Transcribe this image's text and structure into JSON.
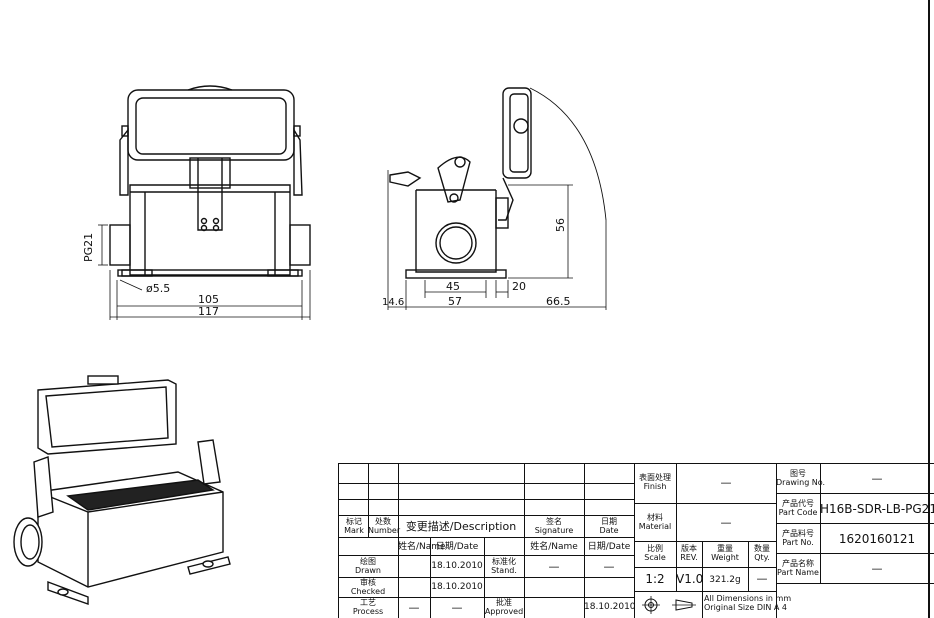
{
  "drawing": {
    "front_view": {
      "dim_thread": "PG21",
      "dim_hole": "ø5.5",
      "dim_inner_width": "105",
      "dim_outer_width": "117"
    },
    "side_view": {
      "dim_height": "56",
      "dim_14_6": "14.6",
      "dim_45": "45",
      "dim_57": "57",
      "dim_20": "20",
      "dim_66_5": "66.5"
    }
  },
  "title_block": {
    "mark_cn": "标记",
    "mark_en": "Mark",
    "number_cn": "处数",
    "number_en": "Number",
    "description_label": "变更描述/Description",
    "signature_cn": "签名",
    "signature_en": "Signature",
    "date_cn": "日期",
    "date_en": "Date",
    "name_label": "姓名/Name",
    "date_label": "日期/Date",
    "drawn_cn": "绘图",
    "drawn_en": "Drawn",
    "drawn_date": "18.10.2010",
    "stand_cn": "标准化",
    "stand_en": "Stand.",
    "stand_name": "—",
    "stand_date": "—",
    "checked_cn": "审核",
    "checked_en": "Checked",
    "checked_date": "18.10.2010",
    "process_cn": "工艺",
    "process_en": "Process",
    "process_name": "—",
    "process_date": "—",
    "approved_cn": "批准",
    "approved_en": "Approved",
    "approved_date": "18.10.2010",
    "finish_cn": "表面处理",
    "finish_en": "Finish",
    "finish_value": "—",
    "material_cn": "材料",
    "material_en": "Material",
    "material_value": "—",
    "scale_cn": "比例",
    "scale_en": "Scale",
    "scale_value": "1:2",
    "rev_cn": "版本",
    "rev_en": "REV.",
    "rev_value": "V1.0",
    "weight_cn": "重量",
    "weight_en": "Weight",
    "weight_value": "321.2g",
    "qty_cn": "数量",
    "qty_en": "Qty.",
    "qty_value": "—",
    "dims_note_1": "All Dimensions in mm",
    "dims_note_2": "Original Size DIN A 4",
    "drawing_no_cn": "图号",
    "drawing_no_en": "Drawing No.",
    "drawing_no_value": "—",
    "part_code_cn": "产品代号",
    "part_code_en": "Part Code",
    "part_code_value": "H16B-SDR-LB-PG21",
    "part_no_cn": "产品料号",
    "part_no_en": "Part No.",
    "part_no_value": "1620160121",
    "part_name_cn": "产品名称",
    "part_name_en": "Part Name",
    "part_name_value": "—"
  }
}
